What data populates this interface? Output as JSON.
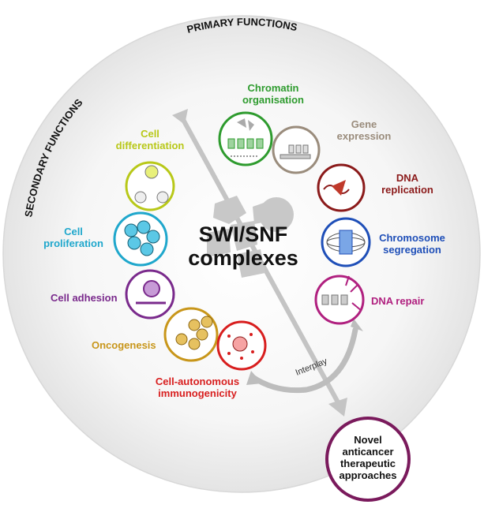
{
  "header": {
    "primary": "PRIMARY FUNCTIONS",
    "secondary": "SECONDARY FUNCTIONS"
  },
  "center": {
    "line1": "SWI/SNF",
    "line2": "complexes"
  },
  "primary_functions": [
    {
      "line1": "Chromatin",
      "line2": "organisation",
      "color": "#2e9b2e"
    },
    {
      "line1": "Gene",
      "line2": "expression",
      "color": "#9a8c7c"
    },
    {
      "line1": "DNA",
      "line2": "replication",
      "color": "#8b1a1a"
    },
    {
      "line1": "Chromosome",
      "line2": "segregation",
      "color": "#1f4fb8"
    },
    {
      "line1": "DNA repair",
      "line2": "",
      "color": "#b0207f"
    }
  ],
  "secondary_functions": [
    {
      "line1": "Cell",
      "line2": "differentiation",
      "color": "#b8c818"
    },
    {
      "line1": "Cell",
      "line2": "proliferation",
      "color": "#1fa7cc"
    },
    {
      "line1": "Cell adhesion",
      "line2": "",
      "color": "#7a2a8c"
    },
    {
      "line1": "Oncogenesis",
      "line2": "",
      "color": "#c8961a"
    },
    {
      "line1": "Cell-autonomous",
      "line2": "immunogenicity",
      "color": "#d81e1e"
    }
  ],
  "interplay": "Interplay",
  "novel": {
    "line1": "Novel",
    "line2": "anticancer",
    "line3": "therapeutic",
    "line4": "approaches",
    "color": "#7a1a5c"
  }
}
